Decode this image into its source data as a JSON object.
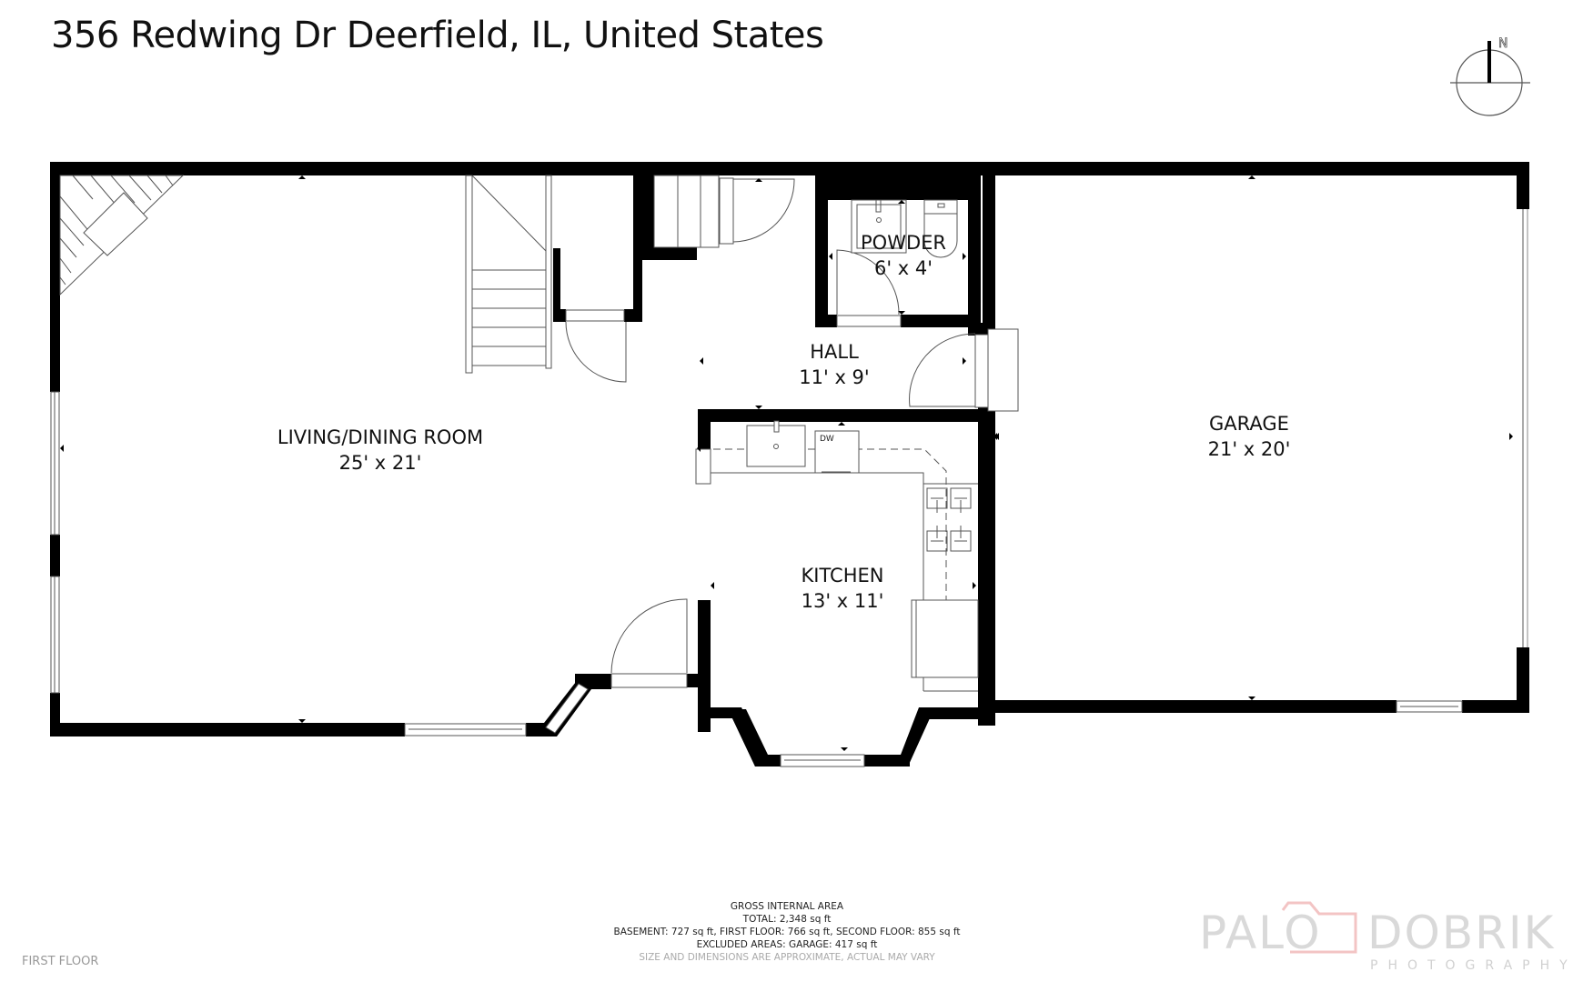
{
  "header": {
    "address": "356 Redwing Dr Deerfield, IL, United States"
  },
  "compass": {
    "label": "N",
    "icon": "north-arrow-icon"
  },
  "rooms": [
    {
      "name": "LIVING/DINING ROOM",
      "dims": "25' x 21'"
    },
    {
      "name": "POWDER",
      "dims": "6' x 4'"
    },
    {
      "name": "HALL",
      "dims": "11' x 9'"
    },
    {
      "name": "KITCHEN",
      "dims": "13' x 11'"
    },
    {
      "name": "GARAGE",
      "dims": "21' x 20'"
    }
  ],
  "appliances": {
    "dishwasher": "DW"
  },
  "area_summary": {
    "heading": "GROSS INTERNAL AREA",
    "total": "TOTAL: 2,348 sq ft",
    "breakdown": "BASEMENT: 727 sq ft, FIRST FLOOR: 766 sq ft, SECOND FLOOR: 855 sq ft",
    "excluded": "EXCLUDED AREAS: GARAGE: 417 sq ft",
    "disclaimer": "SIZE AND DIMENSIONS ARE APPROXIMATE, ACTUAL MAY VARY"
  },
  "floor": {
    "label": "FIRST FLOOR"
  },
  "branding": {
    "word1": "PALO",
    "word2": "DOBRIK",
    "subtitle": "PHOTOGRAPHY",
    "accent_color": "#f3c4c4",
    "text_color": "#d9d9d9"
  },
  "colors": {
    "wall": "#000000",
    "fixture_line": "#555555",
    "background": "#ffffff"
  }
}
